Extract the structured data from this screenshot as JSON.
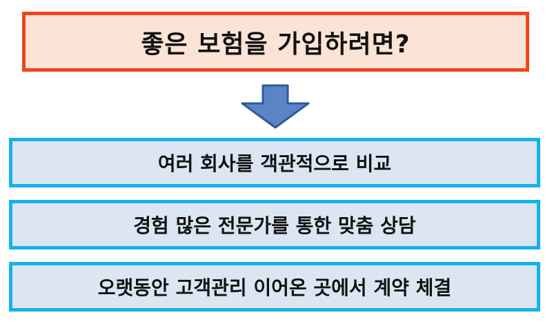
{
  "header": {
    "title": "좋은 보험을 가입하려면?"
  },
  "steps": [
    {
      "label": "여러 회사를 객관적으로 비교"
    },
    {
      "label": "경험 많은 전문가를 통한 맞춤 상담"
    },
    {
      "label": "오랫동안 고객관리 이어온 곳에서 계약 체결"
    }
  ],
  "colors": {
    "title_border": "#f0441c",
    "title_fill": "#fbe3d5",
    "step_border": "#16b0ea",
    "step_fill": "#dce6f2",
    "arrow_fill": "#5b84c4",
    "arrow_stroke": "#2e5a97"
  },
  "icons": {
    "arrow": "down-arrow-icon"
  }
}
